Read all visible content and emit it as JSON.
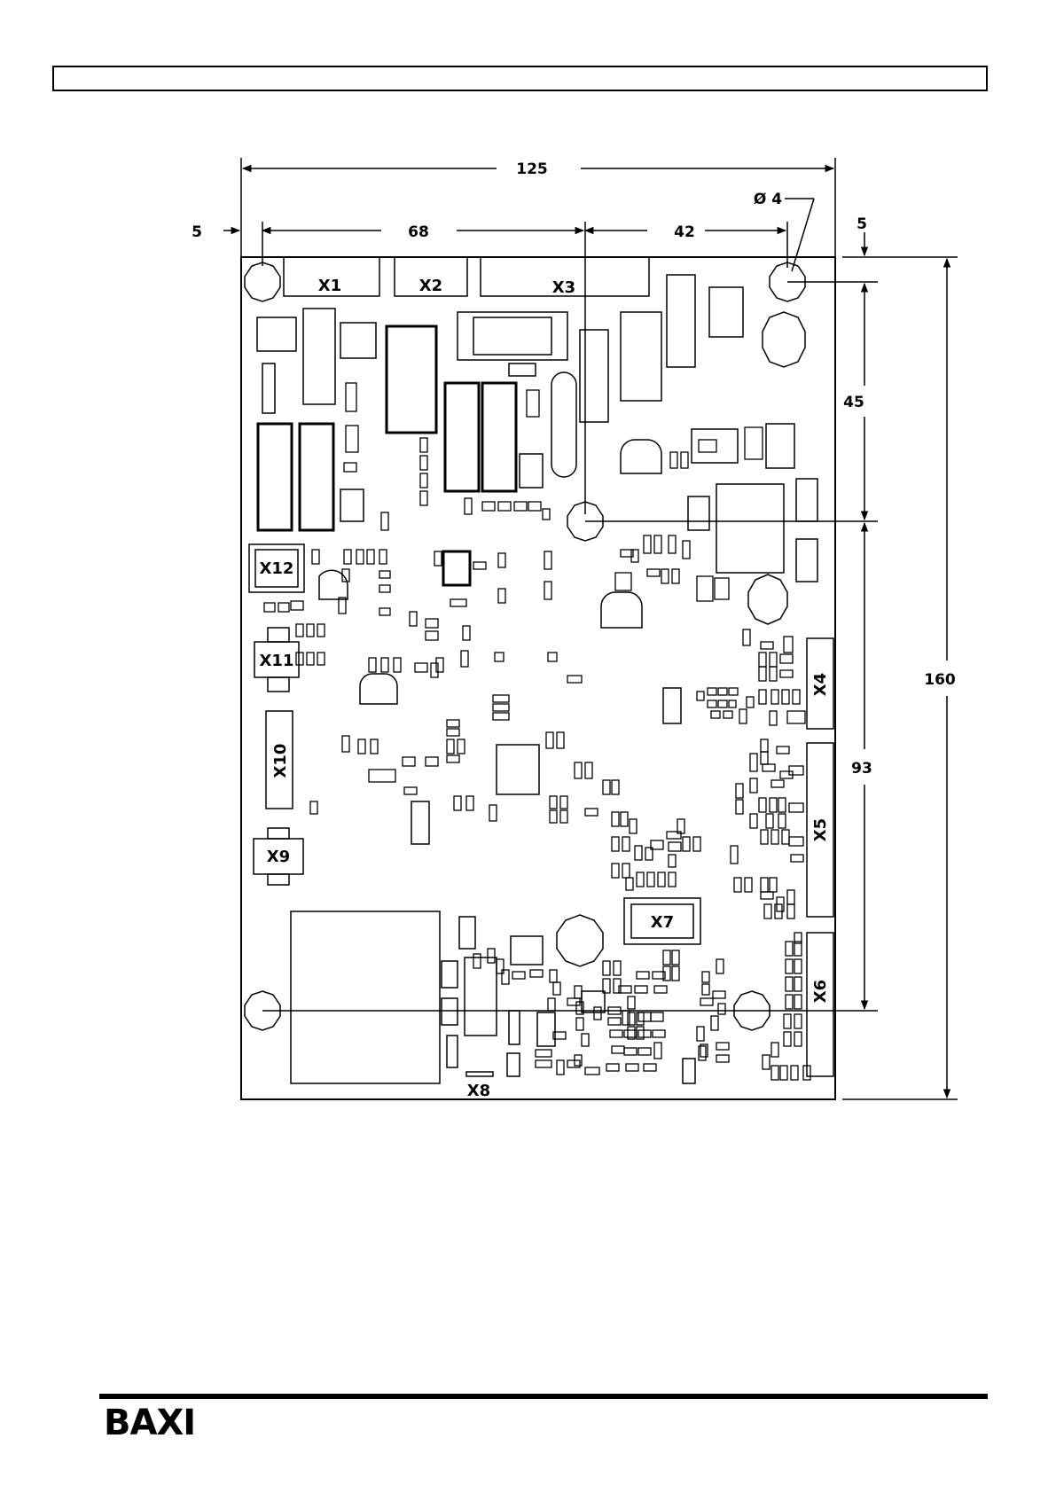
{
  "dimensions": {
    "overall_width": "125",
    "edge_left": "5",
    "span_68": "68",
    "span_42": "42",
    "hole_dia": "Ø 4",
    "edge_top": "5",
    "span_45": "45",
    "span_93": "93",
    "overall_height": "160"
  },
  "connectors": {
    "x1": "X1",
    "x2": "X2",
    "x3": "X3",
    "x4": "X4",
    "x5": "X5",
    "x6": "X6",
    "x7": "X7",
    "x8": "X8",
    "x9": "X9",
    "x10": "X10",
    "x11": "X11",
    "x12": "X12"
  },
  "footer": {
    "logo": "BAXI"
  },
  "colors": {
    "ink": "#000000",
    "paper": "#ffffff"
  }
}
